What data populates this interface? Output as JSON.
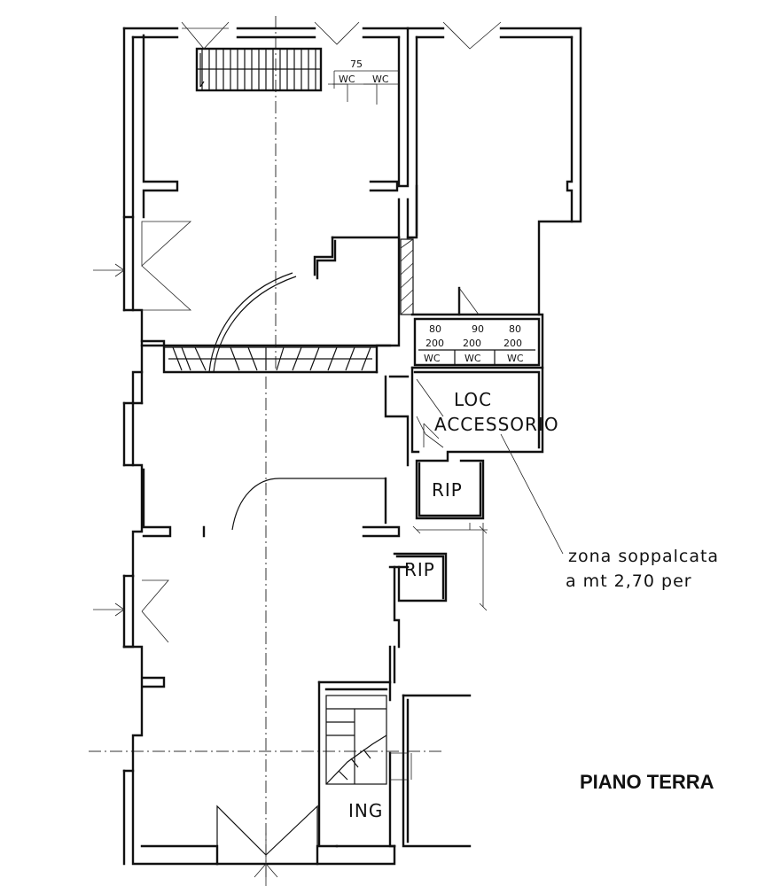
{
  "title": "PIANO TERRA",
  "rooms": {
    "loc_line1": "LOC",
    "loc_line2": "ACCESSORIO",
    "rip_upper": "RIP",
    "rip_lower": "RIP",
    "ing": "ING"
  },
  "wc_labels": [
    "WC",
    "WC",
    "WC",
    "WC",
    "WC"
  ],
  "dimensions": {
    "d1_top": "80",
    "d1_bot": "200",
    "d2_top": "90",
    "d2_bot": "200",
    "d3_top": "80",
    "d3_bot": "200",
    "stair_mark": "75"
  },
  "note": {
    "line1": "zona soppalcata",
    "line2": "a mt 2,70 per"
  }
}
